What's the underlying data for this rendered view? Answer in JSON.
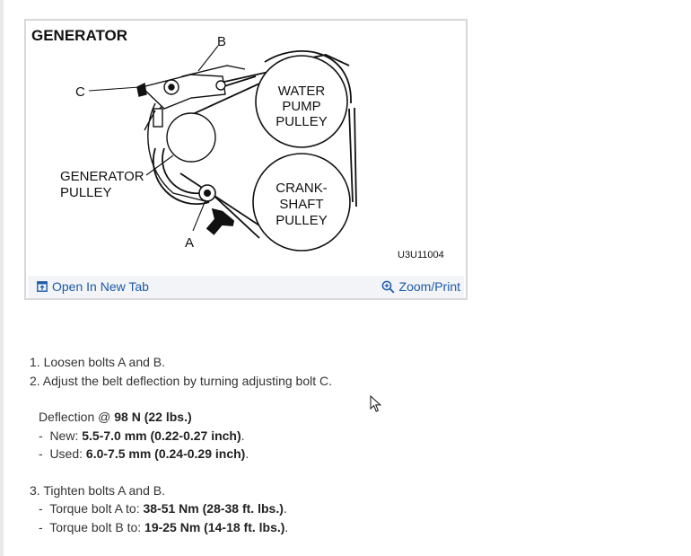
{
  "figure": {
    "title": "GENERATOR",
    "labels": {
      "b": "B",
      "c": "C",
      "a": "A",
      "generator_pulley_1": "GENERATOR",
      "generator_pulley_2": "PULLEY",
      "water_pump_1": "WATER",
      "water_pump_2": "PUMP",
      "water_pump_3": "PULLEY",
      "crankshaft_1": "CRANK-",
      "crankshaft_2": "SHAFT",
      "crankshaft_3": "PULLEY",
      "code": "U3U11004"
    }
  },
  "toolbar": {
    "open_label": "Open In New Tab",
    "zoom_label": "Zoom/Print",
    "open_icon": "open-in-new-tab-icon",
    "zoom_icon": "magnifier-zoom-icon",
    "link_color": "#1d5aa8"
  },
  "steps": {
    "s1": "1. Loosen bolts A and B.",
    "s2": "2. Adjust the belt deflection by turning adjusting bolt C.",
    "deflection_prefix": "Deflection @ ",
    "deflection_value": "98 N (22 lbs.)",
    "new_prefix": "-  New: ",
    "new_value": "5.5-7.0 mm (0.22-0.27 inch)",
    "new_suffix": ".",
    "used_prefix": "-  Used: ",
    "used_value": "6.0-7.5 mm (0.24-0.29 inch)",
    "used_suffix": ".",
    "s3": "3. Tighten bolts A and B.",
    "torque_a_prefix": "-  Torque bolt A to: ",
    "torque_a_value": "38-51 Nm (28-38 ft. lbs.)",
    "torque_a_suffix": ".",
    "torque_b_prefix": "-  Torque bolt B to: ",
    "torque_b_value": "19-25 Nm (14-18 ft. lbs.)",
    "torque_b_suffix": "."
  }
}
